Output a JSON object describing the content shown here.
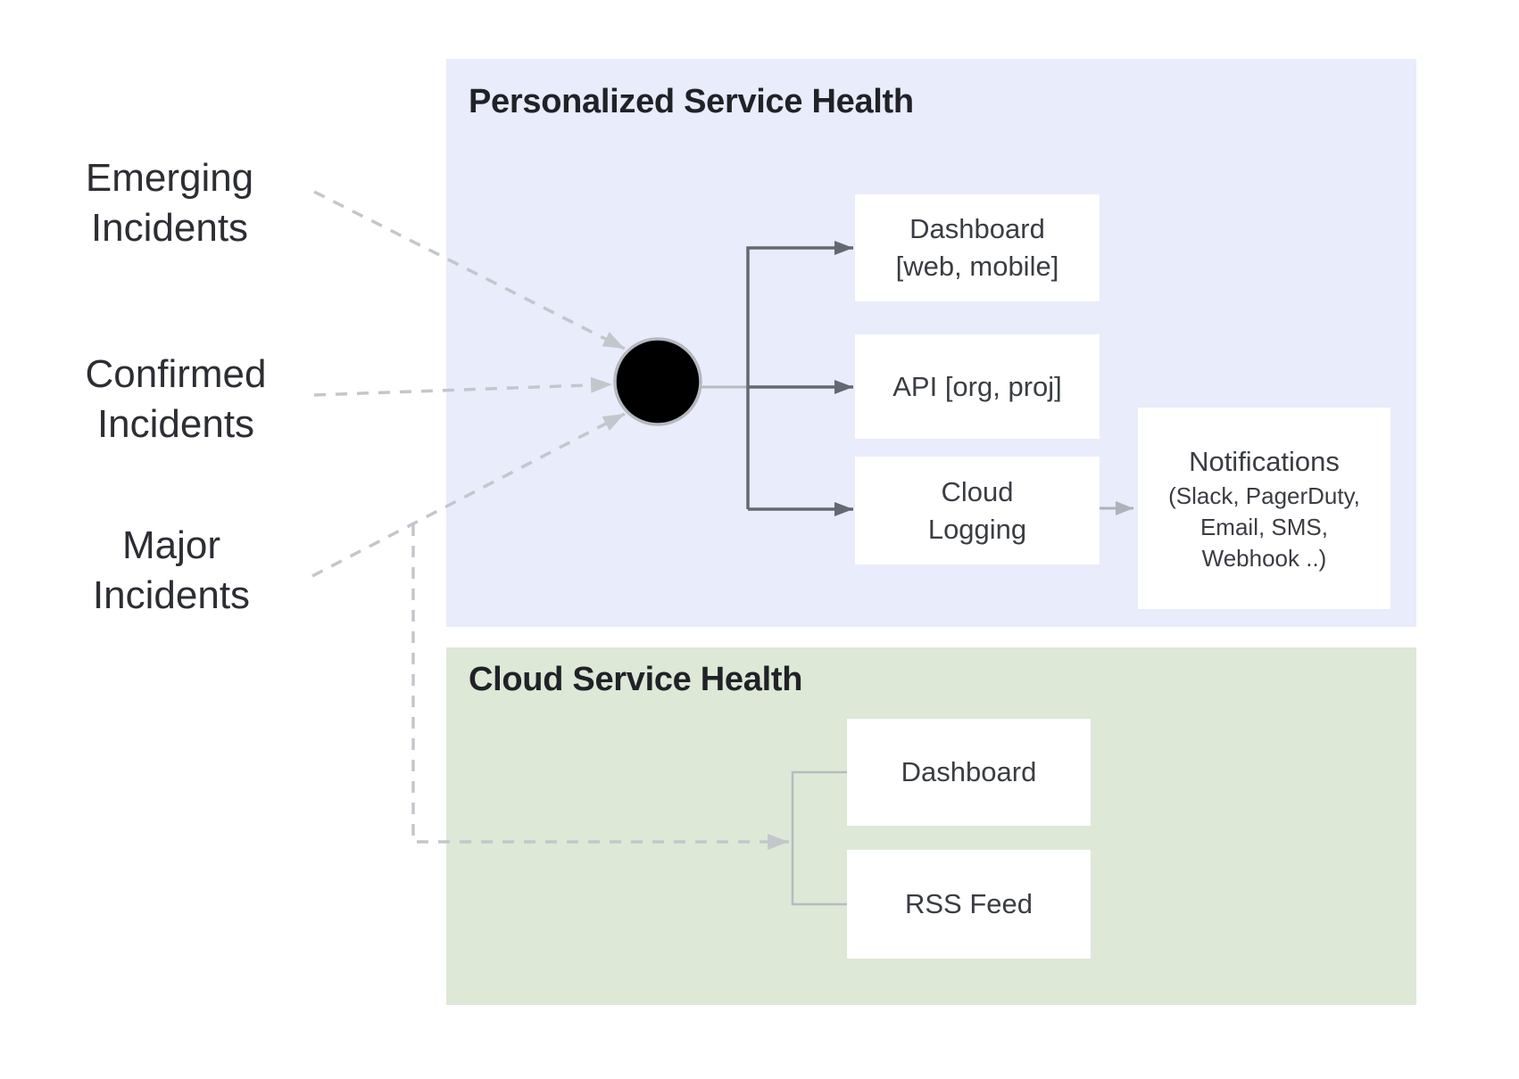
{
  "colors": {
    "panel_blue": "#e8ecfb",
    "panel_green": "#dde8d7",
    "node_box": "#ffffff",
    "line_dark": "#646871",
    "line_light": "#b7bbc0",
    "dash_gray": "#c3c7cc",
    "arrow_mid": "#aeb2b8",
    "circle_fill": "#fafbfc",
    "circle_stroke": "#b5b9be",
    "title_text": "#202227",
    "label_text": "#2c2e33",
    "box_text": "#3a3d42"
  },
  "incident_sources": [
    {
      "label": "Emerging\nIncidents"
    },
    {
      "label": "Confirmed\nIncidents"
    },
    {
      "label": "Major\nIncidents"
    }
  ],
  "personalized_section": {
    "title": "Personalized Service Health",
    "outputs": [
      {
        "label": "Dashboard\n[web, mobile]"
      },
      {
        "label": "API [org, proj]"
      },
      {
        "label": "Cloud\nLogging"
      }
    ],
    "notifications": {
      "title": "Notifications",
      "channels": "(Slack, PagerDuty,\nEmail, SMS,\nWebhook ..)"
    }
  },
  "cloud_section": {
    "title": "Cloud Service Health",
    "outputs": [
      {
        "label": "Dashboard"
      },
      {
        "label": "RSS Feed"
      }
    ]
  }
}
